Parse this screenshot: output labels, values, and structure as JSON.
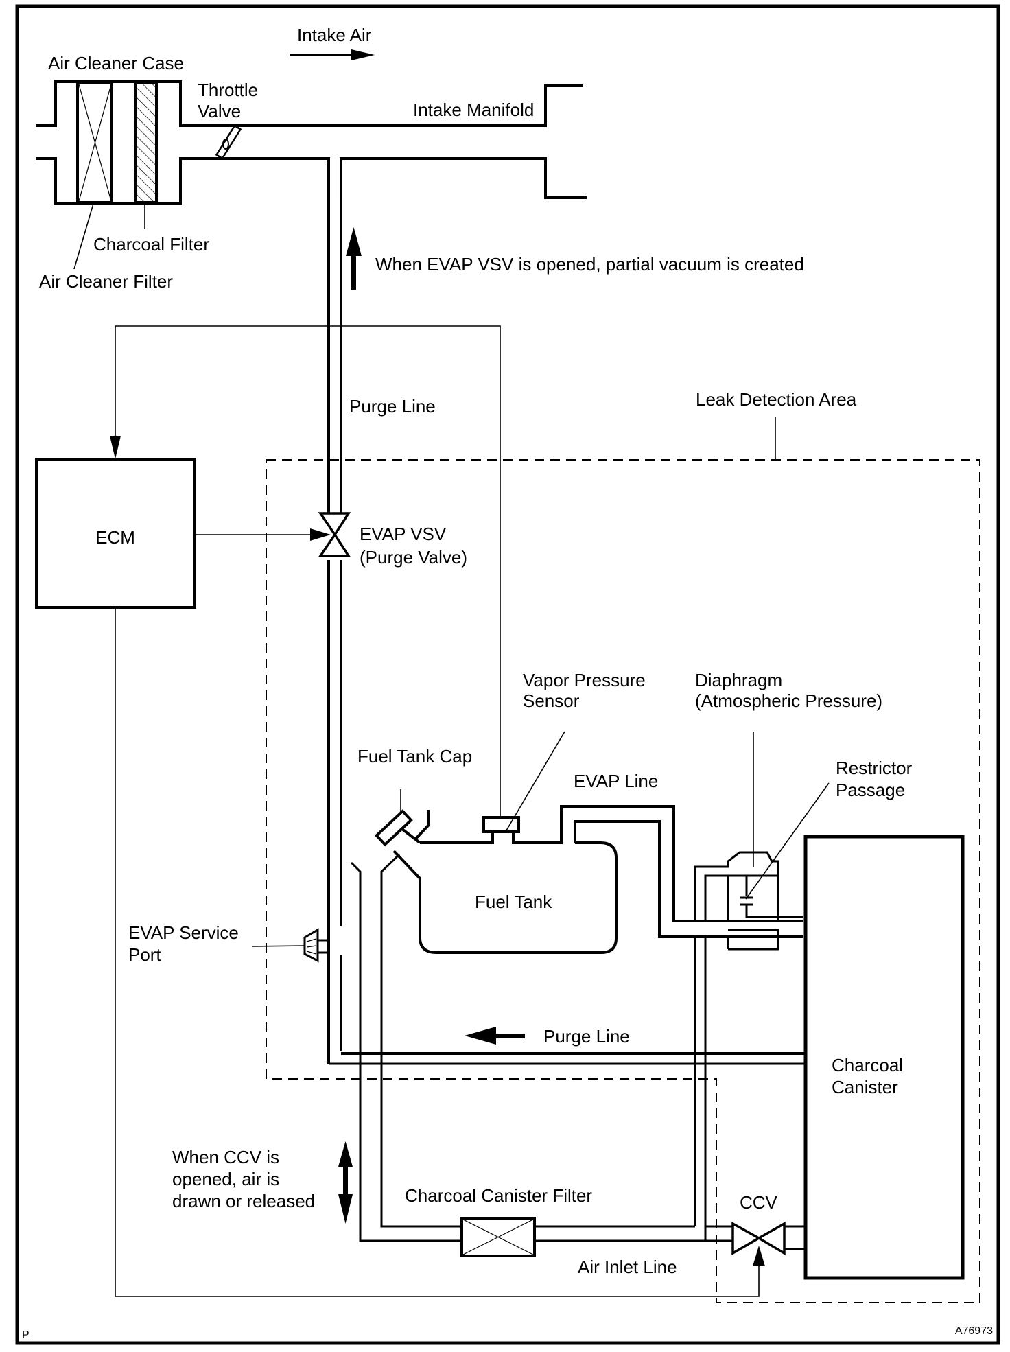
{
  "figure_id": "A76973",
  "corner_mark": "P",
  "labels": {
    "intake_air": "Intake Air",
    "air_cleaner_case": "Air Cleaner Case",
    "throttle_valve_1": "Throttle",
    "throttle_valve_2": "Valve",
    "intake_manifold": "Intake Manifold",
    "charcoal_filter": "Charcoal Filter",
    "air_cleaner_filter": "Air Cleaner Filter",
    "vacuum_note": "When EVAP VSV is opened, partial vacuum is created",
    "purge_line_upper": "Purge Line",
    "leak_detection_area": "Leak Detection Area",
    "ecm": "ECM",
    "evap_vsv_1": "EVAP VSV",
    "evap_vsv_2": "(Purge Valve)",
    "vapor_pressure_sensor_1": "Vapor Pressure",
    "vapor_pressure_sensor_2": "Sensor",
    "diaphragm_1": "Diaphragm",
    "diaphragm_2": "(Atmospheric Pressure)",
    "fuel_tank_cap": "Fuel Tank Cap",
    "evap_line": "EVAP Line",
    "restrictor_1": "Restrictor",
    "restrictor_2": "Passage",
    "fuel_tank": "Fuel Tank",
    "evap_service_port_1": "EVAP Service",
    "evap_service_port_2": "Port",
    "purge_line_lower": "Purge Line",
    "charcoal_canister_1": "Charcoal",
    "charcoal_canister_2": "Canister",
    "ccv_note_1": "When CCV is",
    "ccv_note_2": "opened, air is",
    "ccv_note_3": "drawn or released",
    "charcoal_canister_filter": "Charcoal Canister Filter",
    "ccv": "CCV",
    "air_inlet_line": "Air Inlet Line"
  }
}
